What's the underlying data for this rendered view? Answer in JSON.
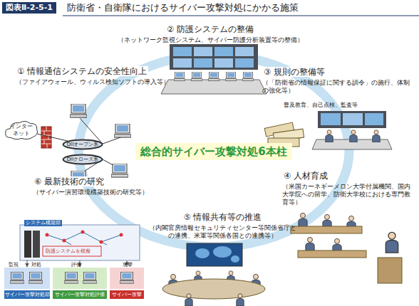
{
  "diagram": {
    "title": "防衛省・自衛隊におけるサイバー攻撃対処にかかる施策",
    "nodes": [
      {
        "text": [
          "総合的サイバー攻撃対処6本柱"
        ]
      },
      {
        "text": [
          "② 防護システムの整備",
          "（ネットワーク監視システム、サイバー防護分析装置等の整備）"
        ]
      },
      {
        "text": [
          "① 情報通信システムの安全性向上",
          "（ファイアウォール、ウィルス検知ソフトの導入等）"
        ]
      },
      {
        "text": [
          "③ 規則の整備等",
          "（「防衛省の情報保証に関する訓令」の施行、体制の強化等）"
        ]
      },
      {
        "text": [
          "④ 人材育成",
          "（米国カーネギーメロン大学付属機関、国内大学院への留学、防衛大学校における専門教育等）"
        ]
      },
      {
        "text": [
          "⑤ 情報共有等の推進",
          "（内閣官房情報セキュリティセンター等関係省庁との連携、米軍等関係各国との連携等）"
        ]
      },
      {
        "text": [
          "⑥ 最新技術の研究",
          "（サイバー演習環境構築技術の研究等）"
        ]
      },
      {
        "text": [
          "インターネット"
        ]
      },
      {
        "text": [
          "DIIオープン系"
        ]
      },
      {
        "text": [
          "DIIクローズ系"
        ]
      },
      {
        "text": [
          "サイバー攻撃対処部"
        ]
      },
      {
        "text": [
          "サイバー攻撃対処評価部"
        ]
      },
      {
        "text": [
          "サイバー攻撃部"
        ]
      }
    ],
    "edges": [
      {
        "from": 7,
        "to": 8,
        "arrow": "none"
      }
    ],
    "labels": [
      "図表Ⅱ-2-5-1",
      "普及教育、自己点検、監査等",
      "システム構築部",
      "防護システムを模擬",
      "監視",
      "対処",
      "評価",
      "攻撃"
    ]
  }
}
